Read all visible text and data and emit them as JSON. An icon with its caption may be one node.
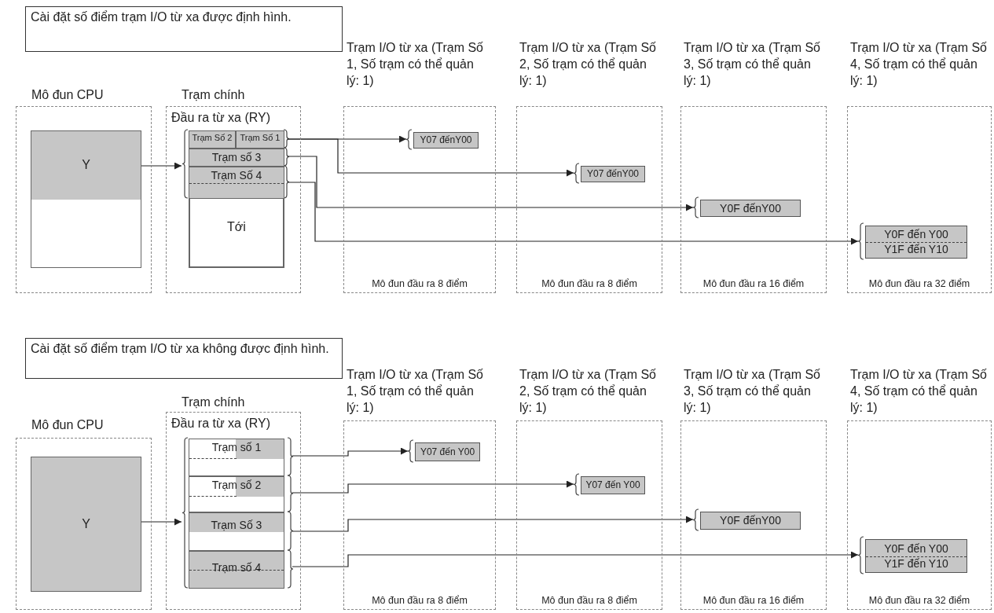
{
  "diagram": {
    "nodes": [
      {
        "text": [
          "Cài đặt số điểm trạm I/O từ xa được định hình."
        ]
      },
      {
        "text": [
          "Mô đun CPU"
        ]
      },
      {
        "text": [
          "Y"
        ],
        "in": 1
      },
      {
        "text": [
          "Trạm chính",
          "Đầu ra từ xa (RY)"
        ]
      },
      {
        "text": [
          "Tới"
        ],
        "in": 3
      },
      {
        "text": [
          "Trạm Số 2"
        ],
        "in": 4
      },
      {
        "text": [
          "Trạm Số 1"
        ],
        "in": 4
      },
      {
        "text": [
          "Trạm số 3"
        ],
        "in": 4
      },
      {
        "text": [
          "Trạm Số 4"
        ],
        "in": 4
      },
      {
        "text": [
          "Trạm I/O từ xa (Trạm Số 1, Số trạm có thể quản lý: 1)",
          "Mô đun đầu ra 8 điểm"
        ]
      },
      {
        "text": [
          "Y07 đếnY00"
        ],
        "in": 9
      },
      {
        "text": [
          "Trạm I/O từ xa (Trạm Số 2, Số trạm có thể quản lý: 1)",
          "Mô đun đầu ra 8 điểm"
        ]
      },
      {
        "text": [
          "Y07 đếnY00"
        ],
        "in": 11
      },
      {
        "text": [
          "Trạm I/O từ xa (Trạm Số 3, Số trạm có thể quản lý: 1)",
          "Mô đun đầu ra 16 điểm"
        ]
      },
      {
        "text": [
          "Y0F đếnY00"
        ],
        "in": 13
      },
      {
        "text": [
          "Trạm I/O từ xa (Trạm Số 4, Số trạm có thể quản lý: 1)",
          "Mô đun đầu ra 32 điểm"
        ]
      },
      {
        "text": [
          "Y0F đến Y00",
          "Y1F đến Y10"
        ],
        "in": 15
      },
      {
        "text": [
          "Cài đặt số điểm trạm I/O từ xa không được định hình."
        ]
      },
      {
        "text": [
          "Mô đun CPU"
        ]
      },
      {
        "text": [
          "Y"
        ],
        "in": 18
      },
      {
        "text": [
          "Trạm chính",
          "Đầu ra từ xa (RY)"
        ]
      },
      {
        "text": [],
        "shape": "box",
        "in": 20
      },
      {
        "text": [
          "Trạm số 1"
        ],
        "in": 21
      },
      {
        "text": [
          "Trạm số 2"
        ],
        "in": 21
      },
      {
        "text": [
          "Trạm Số 3"
        ],
        "in": 21
      },
      {
        "text": [
          "Trạm số 4"
        ],
        "in": 21
      },
      {
        "text": [
          "Trạm I/O từ xa (Trạm Số 1, Số trạm có thể quản lý: 1)",
          "Mô đun đầu ra 8 điểm"
        ]
      },
      {
        "text": [
          "Y07 đến Y00"
        ],
        "in": 26
      },
      {
        "text": [
          "Trạm I/O từ xa (Trạm Số 2, Số trạm có thể quản lý: 1)",
          "Mô đun đầu ra 8 điểm"
        ]
      },
      {
        "text": [
          "Y07 đến Y00"
        ],
        "in": 28
      },
      {
        "text": [
          "Trạm I/O từ xa (Trạm Số 3, Số trạm có thể quản lý: 1)",
          "Mô đun đầu ra 16 điểm"
        ]
      },
      {
        "text": [
          "Y0F đếnY00"
        ],
        "in": 30
      },
      {
        "text": [
          "Trạm I/O từ xa (Trạm Số 4, Số trạm có thể quản lý: 1)",
          "Mô đun đầu ra 32 điểm"
        ]
      },
      {
        "text": [
          "Y0F đến Y00",
          "Y1F đến Y10"
        ],
        "in": 32
      }
    ],
    "edges": [
      {
        "from": 2,
        "to": 4,
        "arrow": "to"
      },
      {
        "from": 6,
        "to": 10,
        "arrow": "to"
      },
      {
        "from": 6,
        "to": 12,
        "arrow": "to"
      },
      {
        "from": 7,
        "to": 14,
        "arrow": "to"
      },
      {
        "from": 8,
        "to": 16,
        "arrow": "to"
      },
      {
        "from": 19,
        "to": 21,
        "arrow": "to"
      },
      {
        "from": 22,
        "to": 27,
        "arrow": "to"
      },
      {
        "from": 23,
        "to": 29,
        "arrow": "to"
      },
      {
        "from": 24,
        "to": 31,
        "arrow": "to"
      },
      {
        "from": 25,
        "to": 33,
        "arrow": "to"
      }
    ]
  }
}
